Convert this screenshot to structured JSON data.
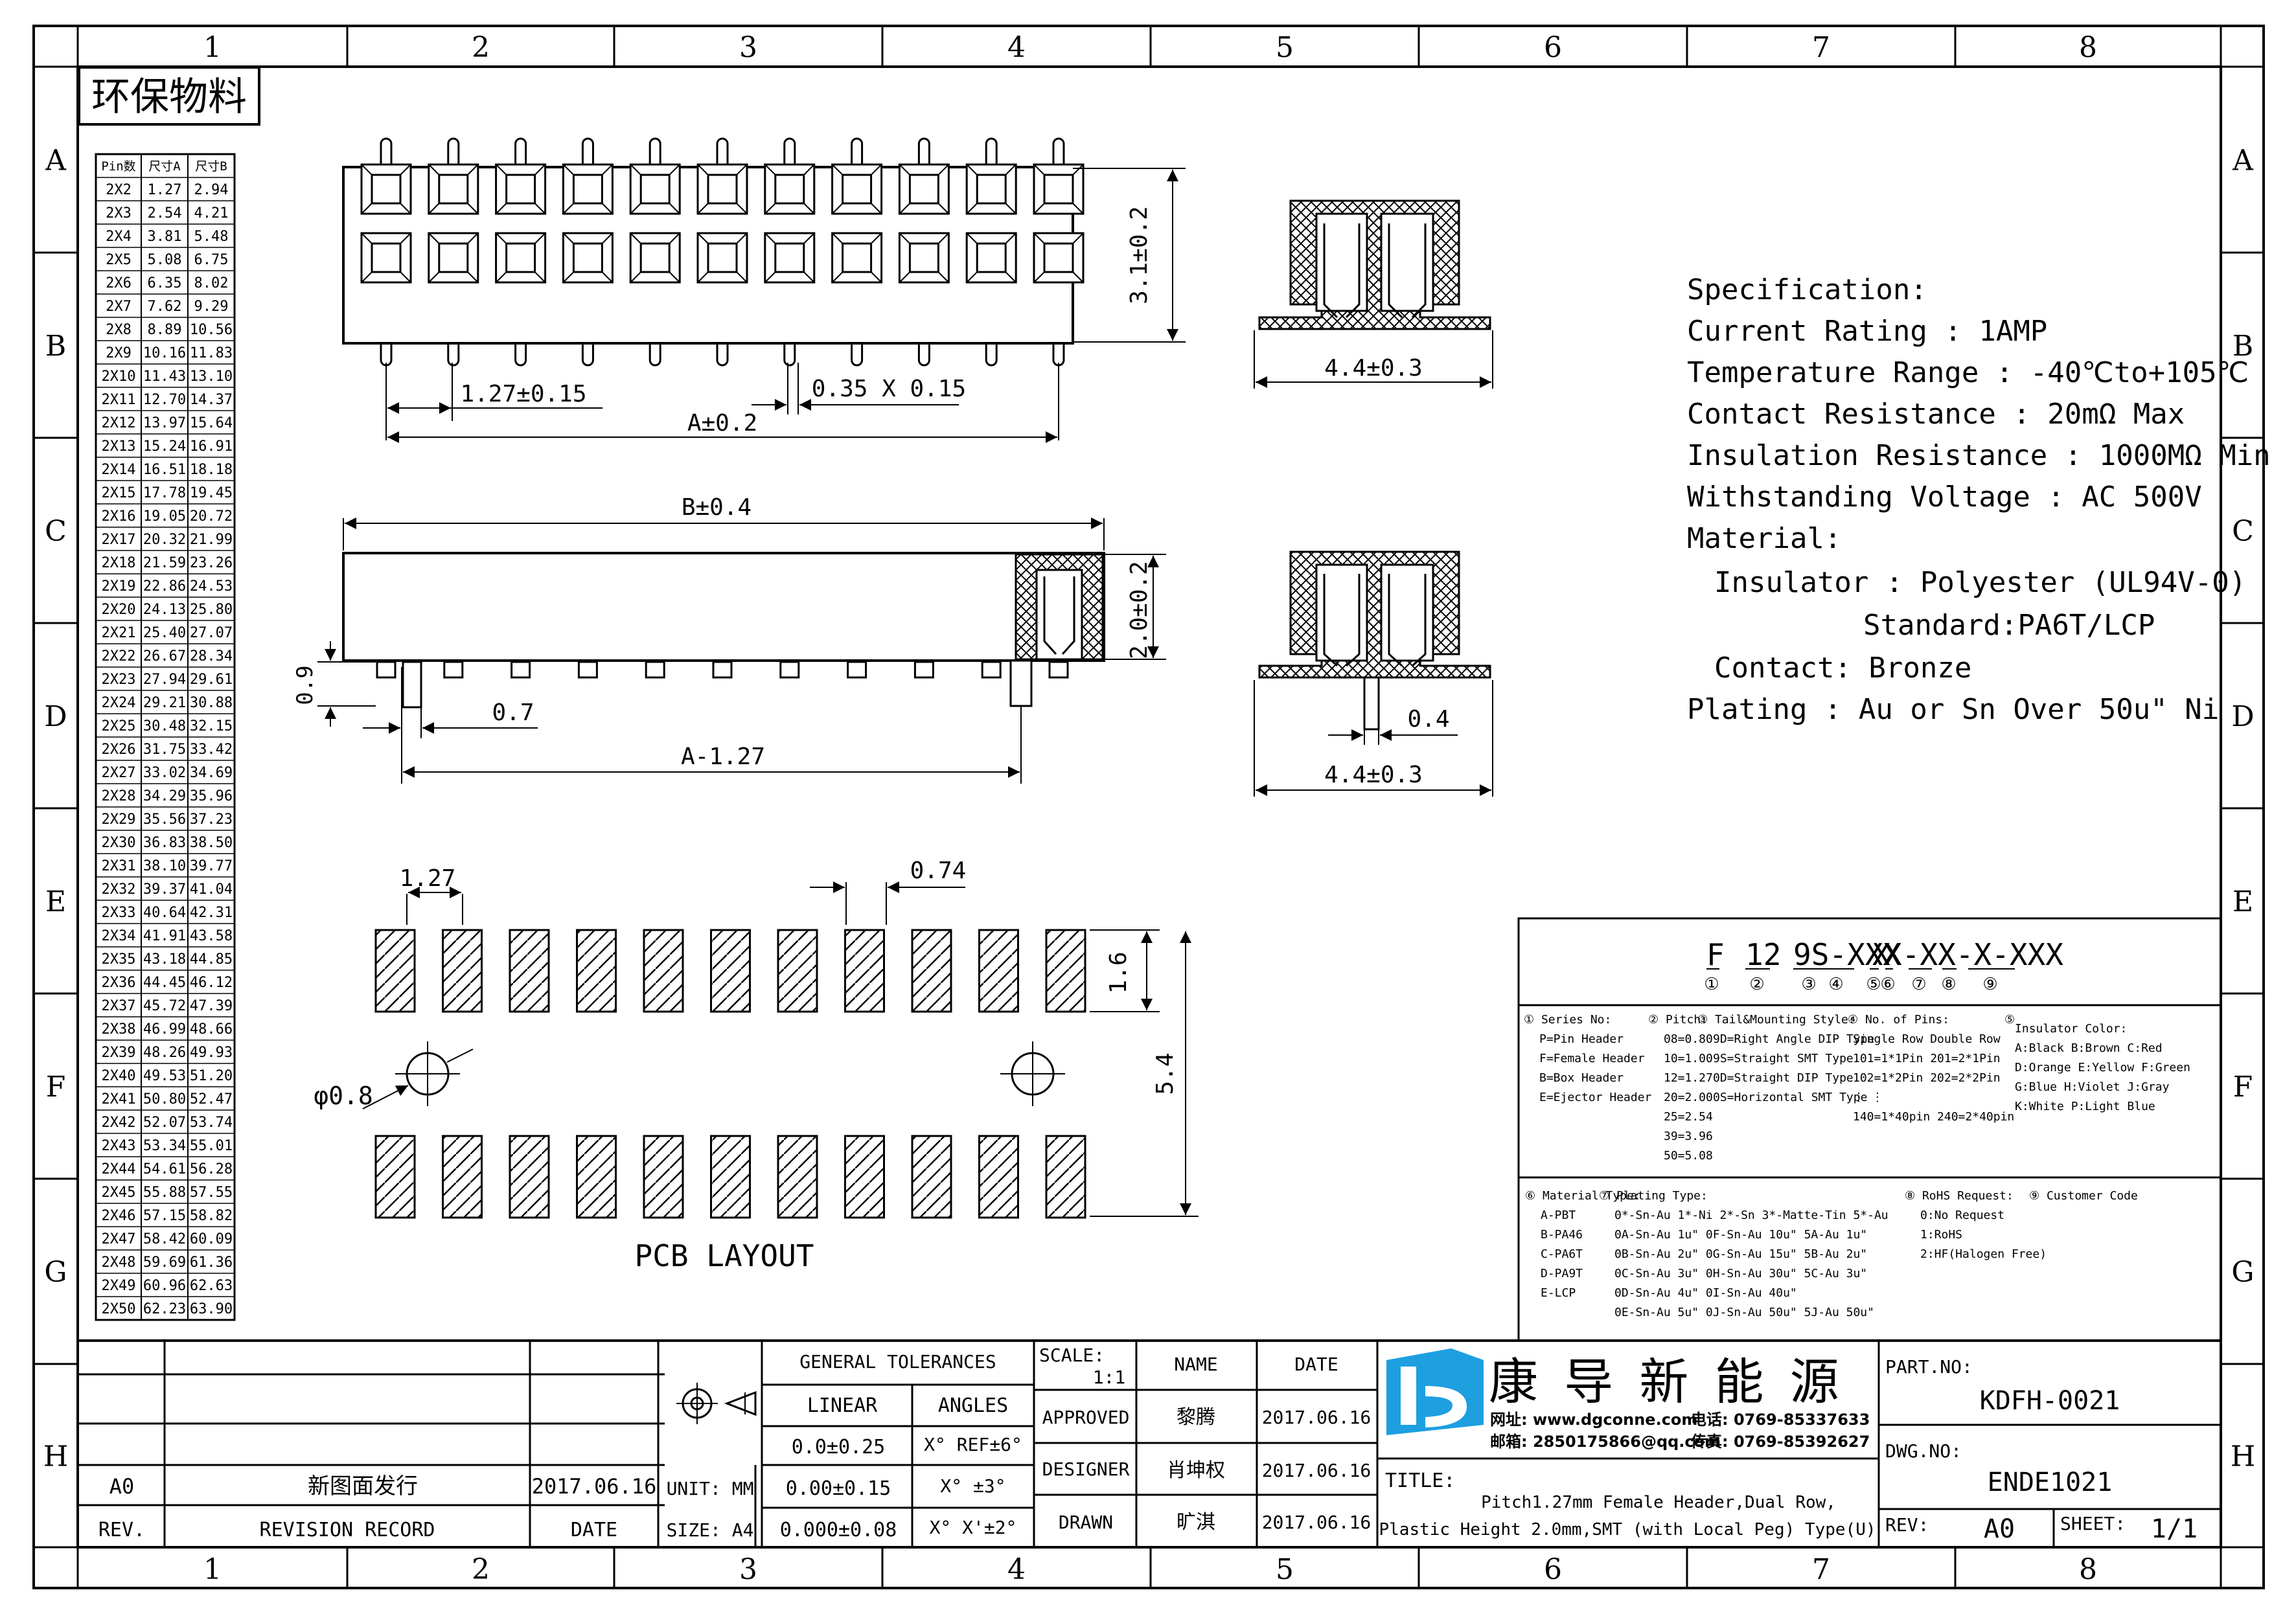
{
  "frame": {
    "columns": [
      "1",
      "2",
      "3",
      "4",
      "5",
      "6",
      "7",
      "8"
    ],
    "rows": [
      "A",
      "B",
      "C",
      "D",
      "E",
      "F",
      "G",
      "H"
    ]
  },
  "eco_label": "环保物料",
  "pin_table": {
    "headers": [
      "Pin数",
      "尺寸A",
      "尺寸B"
    ],
    "rows": [
      [
        "2X2",
        "1.27",
        "2.94"
      ],
      [
        "2X3",
        "2.54",
        "4.21"
      ],
      [
        "2X4",
        "3.81",
        "5.48"
      ],
      [
        "2X5",
        "5.08",
        "6.75"
      ],
      [
        "2X6",
        "6.35",
        "8.02"
      ],
      [
        "2X7",
        "7.62",
        "9.29"
      ],
      [
        "2X8",
        "8.89",
        "10.56"
      ],
      [
        "2X9",
        "10.16",
        "11.83"
      ],
      [
        "2X10",
        "11.43",
        "13.10"
      ],
      [
        "2X11",
        "12.70",
        "14.37"
      ],
      [
        "2X12",
        "13.97",
        "15.64"
      ],
      [
        "2X13",
        "15.24",
        "16.91"
      ],
      [
        "2X14",
        "16.51",
        "18.18"
      ],
      [
        "2X15",
        "17.78",
        "19.45"
      ],
      [
        "2X16",
        "19.05",
        "20.72"
      ],
      [
        "2X17",
        "20.32",
        "21.99"
      ],
      [
        "2X18",
        "21.59",
        "23.26"
      ],
      [
        "2X19",
        "22.86",
        "24.53"
      ],
      [
        "2X20",
        "24.13",
        "25.80"
      ],
      [
        "2X21",
        "25.40",
        "27.07"
      ],
      [
        "2X22",
        "26.67",
        "28.34"
      ],
      [
        "2X23",
        "27.94",
        "29.61"
      ],
      [
        "2X24",
        "29.21",
        "30.88"
      ],
      [
        "2X25",
        "30.48",
        "32.15"
      ],
      [
        "2X26",
        "31.75",
        "33.42"
      ],
      [
        "2X27",
        "33.02",
        "34.69"
      ],
      [
        "2X28",
        "34.29",
        "35.96"
      ],
      [
        "2X29",
        "35.56",
        "37.23"
      ],
      [
        "2X30",
        "36.83",
        "38.50"
      ],
      [
        "2X31",
        "38.10",
        "39.77"
      ],
      [
        "2X32",
        "39.37",
        "41.04"
      ],
      [
        "2X33",
        "40.64",
        "42.31"
      ],
      [
        "2X34",
        "41.91",
        "43.58"
      ],
      [
        "2X35",
        "43.18",
        "44.85"
      ],
      [
        "2X36",
        "44.45",
        "46.12"
      ],
      [
        "2X37",
        "45.72",
        "47.39"
      ],
      [
        "2X38",
        "46.99",
        "48.66"
      ],
      [
        "2X39",
        "48.26",
        "49.93"
      ],
      [
        "2X40",
        "49.53",
        "51.20"
      ],
      [
        "2X41",
        "50.80",
        "52.47"
      ],
      [
        "2X42",
        "52.07",
        "53.74"
      ],
      [
        "2X43",
        "53.34",
        "55.01"
      ],
      [
        "2X44",
        "54.61",
        "56.28"
      ],
      [
        "2X45",
        "55.88",
        "57.55"
      ],
      [
        "2X46",
        "57.15",
        "58.82"
      ],
      [
        "2X47",
        "58.42",
        "60.09"
      ],
      [
        "2X48",
        "59.69",
        "61.36"
      ],
      [
        "2X49",
        "60.96",
        "62.63"
      ],
      [
        "2X50",
        "62.23",
        "63.90"
      ]
    ]
  },
  "dimensions": {
    "top_height": "3.1±0.2",
    "pitch": "1.27±0.15",
    "pin_width": "0.35 X 0.15",
    "dim_a": "A±0.2",
    "dim_b": "B±0.4",
    "side_height": "2.0±0.2",
    "standoff": "0.9",
    "peg": "0.7",
    "a_minus": "A-1.27",
    "width_top": "4.4±0.3",
    "width_bottom": "4.4±0.3",
    "foot": "0.4",
    "pcb_pitch": "1.27",
    "pcb_pad_w": "0.74",
    "pcb_pad_h": "1.6",
    "pcb_span": "5.4",
    "pcb_hole": "φ0.8",
    "pcb_title": "PCB LAYOUT"
  },
  "spec": {
    "lines": [
      "Specification:",
      "Current Rating : 1AMP",
      "Temperature Range : -40℃to+105℃",
      "Contact Resistance : 20mΩ Max",
      "Insulation Resistance : 1000MΩ Min",
      "Withstanding Voltage : AC 500V",
      "Material:",
      "Insulator : Polyester (UL94V-0)",
      "Standard:PA6T/LCP",
      "Contact: Bronze",
      "Plating : Au or Sn Over 50u\" Ni"
    ]
  },
  "part_code": {
    "segments": [
      "F",
      "12",
      "9S-XXX",
      "X",
      "X-XX-X-XXX"
    ],
    "numbers": [
      "①",
      "②",
      "③",
      "④",
      "⑤",
      "⑥",
      "⑦",
      "⑧",
      "⑨"
    ],
    "series": [
      "① Series No:",
      "P=Pin Header",
      "F=Female Header",
      "B=Box Header",
      "E=Ejector Header"
    ],
    "pitch": [
      "② Pitch:",
      "08=0.80",
      "10=1.00",
      "12=1.27",
      "20=2.00",
      "25=2.54",
      "39=3.96",
      "50=5.08"
    ],
    "tail": [
      "③ Tail&Mounting Style:",
      "9D=Right Angle DIP Type",
      "9S=Straight SMT Type",
      "0D=Straight DIP Type",
      "0S=Horizontal SMT Type"
    ],
    "pins": [
      "④ No. of Pins:",
      "Single Row   Double Row",
      "101=1*1Pin   201=2*1Pin",
      "102=1*2Pin   202=2*2Pin",
      "⋮             ⋮",
      "140=1*40pin  240=2*40pin"
    ],
    "color": [
      "⑤",
      "Insulator Color:",
      "A:Black  B:Brown  C:Red",
      "D:Orange E:Yellow F:Green",
      "G:Blue   H:Violet J:Gray",
      "K:White  P:Light Blue"
    ],
    "material": [
      "⑥ Material Type:",
      "A-PBT",
      "B-PA46",
      "C-PA6T",
      "D-PA9T",
      "E-LCP"
    ],
    "plating": [
      "⑦ Plating Type:",
      "0*-Sn-Au 1*-Ni 2*-Sn 3*-Matte-Tin 5*-Au",
      "0A-Sn-Au 1u\" 0F-Sn-Au 10u\"  5A-Au 1u\"",
      "0B-Sn-Au 2u\" 0G-Sn-Au 15u\"  5B-Au 2u\"",
      "0C-Sn-Au 3u\" 0H-Sn-Au 30u\"  5C-Au 3u\"",
      "0D-Sn-Au 4u\" 0I-Sn-Au 40u\"",
      "0E-Sn-Au 5u\" 0J-Sn-Au 50u\"  5J-Au 50u\""
    ],
    "rohs": [
      "⑧ RoHS Request:",
      "0:No Request",
      "1:RoHS",
      "2:HF(Halogen Free)"
    ],
    "customer": [
      "⑨ Customer Code"
    ]
  },
  "title_block": {
    "rev_row": {
      "rev": "A0",
      "record": "新图面发行",
      "date": "2017.06.16"
    },
    "rev_headers": {
      "rev": "REV.",
      "record": "REVISION RECORD",
      "date": "DATE"
    },
    "tolerances": {
      "header": "GENERAL TOLERANCES",
      "linear": "LINEAR",
      "angles": "ANGLES",
      "l1": "0.0±0.25",
      "a1": "X° REF±6°",
      "l2": "0.00±0.15",
      "a2": "X° ±3°",
      "l3": "0.000±0.08",
      "a3": "X° X'±2°"
    },
    "unit": "UNIT: MM",
    "size": "SIZE: A4",
    "scale_label": "SCALE:",
    "scale_value": "1:1",
    "name_hdr": "NAME",
    "date_hdr": "DATE",
    "approved": "APPROVED",
    "approved_name": "黎腾",
    "approved_date": "2017.06.16",
    "designer": "DESIGNER",
    "designer_name": "肖坤权",
    "designer_date": "2017.06.16",
    "drawn": "DRAWN",
    "drawn_name": "旷淇",
    "drawn_date": "2017.06.16",
    "company": "康 导 新 能 源",
    "website": "网址: www.dgconne.com",
    "phone": "电话: 0769-85337633",
    "email": "邮箱: 2850175866@qq.com",
    "fax": "传真: 0769-85392627",
    "title_label": "TITLE:",
    "title_line1": "Pitch1.27mm Female Header,Dual Row,",
    "title_line2": "Plastic Height 2.0mm,SMT (with Local Peg) Type(U)",
    "part_no_label": "PART.NO:",
    "part_no": "KDFH-0021",
    "dwg_no_label": "DWG.NO:",
    "dwg_no": "ENDE1021",
    "rev_label": "REV:",
    "rev": "A0",
    "sheet_label": "SHEET:",
    "sheet": "1/1"
  }
}
